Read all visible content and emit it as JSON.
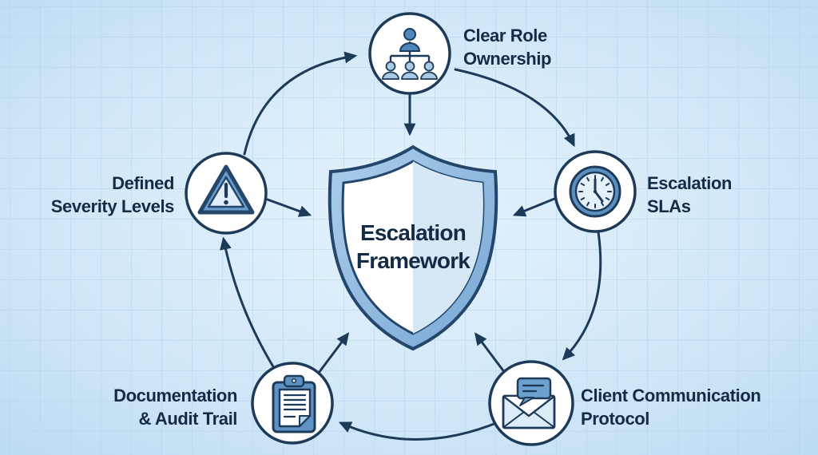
{
  "title": {
    "line1": "Escalation",
    "line2": "Framework"
  },
  "nodes": [
    {
      "id": "clear-role-ownership",
      "icon": "org-chart-icon",
      "label_line1": "Clear Role",
      "label_line2": "Ownership",
      "position": "top"
    },
    {
      "id": "escalation-slas",
      "icon": "clock-icon",
      "label_line1": "Escalation",
      "label_line2": "SLAs",
      "position": "right"
    },
    {
      "id": "client-communication-protocol",
      "icon": "envelope-chat-icon",
      "label_line1": "Client Communication",
      "label_line2": "Protocol",
      "position": "bottom-right"
    },
    {
      "id": "documentation-audit-trail",
      "icon": "clipboard-icon",
      "label_line1": "Documentation",
      "label_line2": "& Audit Trail",
      "position": "bottom-left"
    },
    {
      "id": "defined-severity-levels",
      "icon": "warning-triangle-icon",
      "label_line1": "Defined",
      "label_line2": "Severity Levels",
      "position": "left"
    }
  ],
  "connections": {
    "cycle": [
      "defined-severity-levels -> clear-role-ownership",
      "clear-role-ownership -> escalation-slas",
      "escalation-slas -> client-communication-protocol",
      "client-communication-protocol -> documentation-audit-trail",
      "documentation-audit-trail -> defined-severity-levels"
    ],
    "spokes_to_center": [
      "clear-role-ownership",
      "defined-severity-levels",
      "escalation-slas",
      "documentation-audit-trail",
      "client-communication-protocol"
    ]
  },
  "colors": {
    "background": "#cfe6f7",
    "grid_line": "#b5d4ec",
    "outline_navy": "#1d3a58",
    "text_navy": "#132b44",
    "icon_blue": "#4e87bb",
    "icon_light_blue": "#a9cae6",
    "shield_band": "#8cb8de",
    "shield_inner_left": "#ffffff",
    "shield_inner_right": "#d6e7f6",
    "node_fill": "#ffffff"
  }
}
